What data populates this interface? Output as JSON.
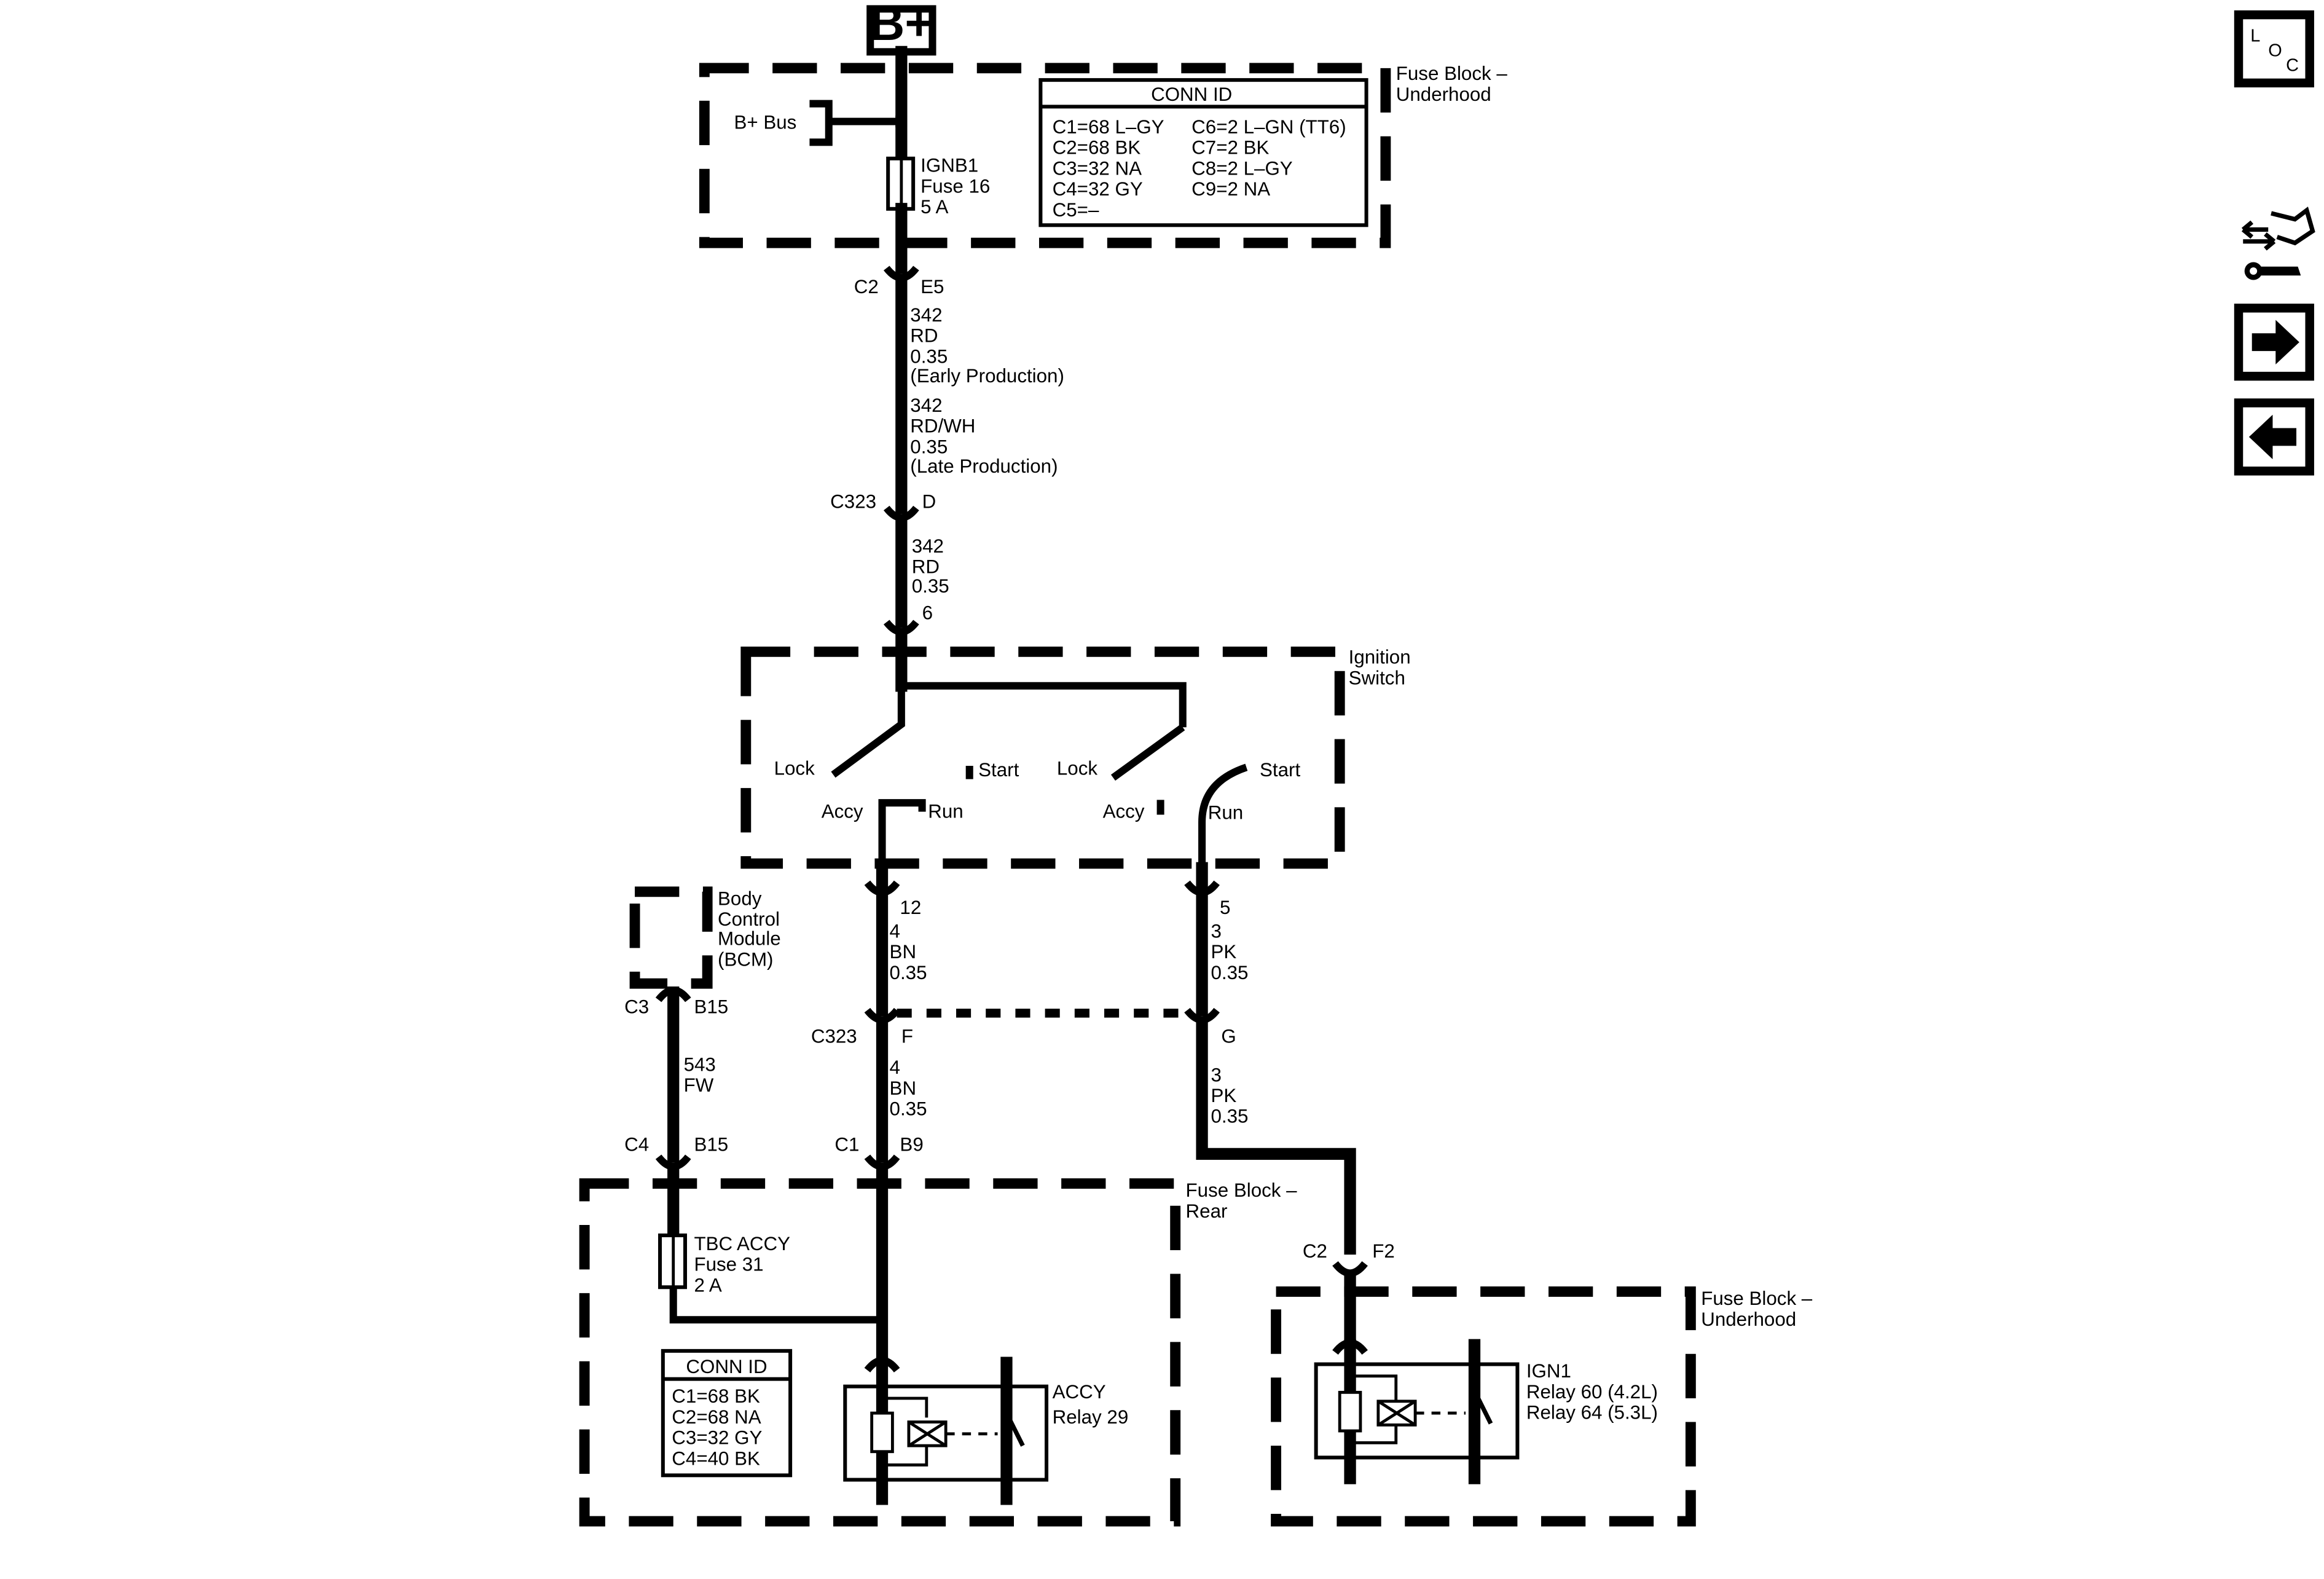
{
  "power_source": "B+",
  "fuse_block_underhood": {
    "title_lines": [
      "Fuse Block –",
      "Underhood"
    ],
    "bus_label": "B+ Bus",
    "fuse_lines": [
      "IGNB1",
      "Fuse 16",
      "5 A"
    ],
    "conn_id": {
      "title": "CONN ID",
      "left": [
        "C1=68 L–GY",
        "C2=68 BK",
        "C3=32 NA",
        "C4=32 GY",
        "C5=–"
      ],
      "right": [
        "C6=2 L–GN (TT6)",
        "C7=2 BK",
        "C8=2 L–GY",
        "C9=2 NA"
      ]
    }
  },
  "connector_c2_e5": {
    "conn": "C2",
    "pin": "E5"
  },
  "wire_342_upper": {
    "early_lines": [
      "342",
      "RD",
      "0.35",
      "(Early Production)"
    ],
    "late_lines": [
      "342",
      "RD/WH",
      "0.35",
      "(Late Production)"
    ]
  },
  "connector_c323_d": {
    "conn": "C323",
    "pin": "D"
  },
  "wire_342_lower": [
    "342",
    "RD",
    "0.35"
  ],
  "pin_6": "6",
  "ignition_switch": {
    "title_lines": [
      "Ignition",
      "Switch"
    ],
    "left_positions": {
      "lock": "Lock",
      "start": "Start",
      "accy": "Accy",
      "run": "Run"
    },
    "right_positions": {
      "lock": "Lock",
      "start": "Start",
      "accy": "Accy",
      "run": "Run"
    }
  },
  "pin_12": "12",
  "pin_5": "5",
  "wire_bn_upper": [
    "4",
    "BN",
    "0.35"
  ],
  "wire_pk_upper": [
    "3",
    "PK",
    "0.35"
  ],
  "bcm": {
    "lines": [
      "Body",
      "Control",
      "Module",
      "(BCM)"
    ]
  },
  "connector_c3_b15": {
    "conn": "C3",
    "pin": "B15"
  },
  "wire_543": [
    "543",
    "FW"
  ],
  "connector_c323_f": {
    "conn": "C323",
    "pin": "F"
  },
  "pin_g": "G",
  "wire_bn_lower": [
    "4",
    "BN",
    "0.35"
  ],
  "wire_pk_lower": [
    "3",
    "PK",
    "0.35"
  ],
  "connector_c4_b15": {
    "conn": "C4",
    "pin": "B15"
  },
  "connector_c1_b9": {
    "conn": "C1",
    "pin": "B9"
  },
  "fuse_block_rear": {
    "title_lines": [
      "Fuse Block –",
      "Rear"
    ],
    "fuse_lines": [
      "TBC ACCY",
      "Fuse 31",
      "2 A"
    ],
    "relay_lines": [
      "ACCY",
      "Relay 29"
    ],
    "conn_id": {
      "title": "CONN ID",
      "lines": [
        "C1=68 BK",
        "C2=68 NA",
        "C3=32 GY",
        "C4=40 BK"
      ]
    }
  },
  "connector_c2_f2": {
    "conn": "C2",
    "pin": "F2"
  },
  "fuse_block_underhood_2": {
    "title_lines": [
      "Fuse Block –",
      "Underhood"
    ],
    "relay_lines": [
      "IGN1",
      "Relay 60 (4.2L)",
      "Relay 64 (5.3L)"
    ]
  },
  "side_panel": {
    "loc_letters": [
      "L",
      "O",
      "C"
    ],
    "icons": [
      "connector-wrench-icon",
      "arrow-right-icon",
      "arrow-left-icon"
    ]
  }
}
